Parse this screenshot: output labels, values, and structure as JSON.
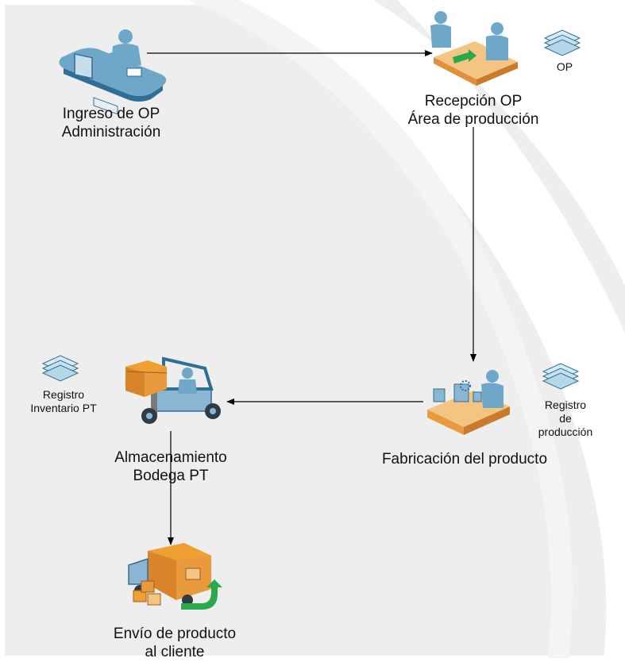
{
  "nodes": {
    "ingreso": {
      "line1": "Ingreso de OP",
      "line2": "Administración"
    },
    "recepcion": {
      "line1": "Recepción OP",
      "line2": "Área de producción"
    },
    "fabricacion": {
      "line1": "Fabricación del producto"
    },
    "almacenamiento": {
      "line1": "Almacenamiento",
      "line2": "Bodega PT"
    },
    "envio": {
      "line1": "Envío de producto",
      "line2": "al cliente"
    }
  },
  "documents": {
    "op": {
      "label": "OP"
    },
    "registro_produccion": {
      "line1": "Registro",
      "line2": "de",
      "line3": "producción"
    },
    "registro_inventario": {
      "line1": "Registro",
      "line2": "Inventario PT"
    }
  },
  "colors": {
    "background_panel": "#eeeeee",
    "swoosh": "#ffffff",
    "person": "#6fa7c9",
    "person_dark": "#2f6e96",
    "desk_top": "#f3c482",
    "desk_side": "#e0903c",
    "conveyor": "#e89a3c",
    "box": "#f0a030",
    "arrow_green": "#2aa84a",
    "connector": "#000000"
  }
}
